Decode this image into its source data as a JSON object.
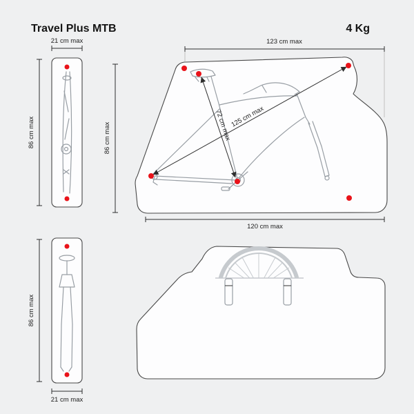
{
  "page": {
    "title": "Travel Plus MTB",
    "weight": "4 Kg"
  },
  "colors": {
    "background": "#eff0f1",
    "outline": "#474747",
    "sketch_gray": "#989ea4",
    "dimension": "#2e2e2e",
    "marker_red": "#e9131a"
  },
  "views": {
    "folded_side": {
      "width_label": "21 cm max",
      "height_label": "86 cm max"
    },
    "fork_side": {
      "height_label": "86 cm max",
      "width_label": "21 cm max"
    },
    "main": {
      "top_label": "123 cm max",
      "left_label": "86 cm max",
      "saddle_diagonal_label": "72 cm max",
      "long_diagonal_label": "125 cm max",
      "bottom_label": "120 cm max"
    }
  }
}
